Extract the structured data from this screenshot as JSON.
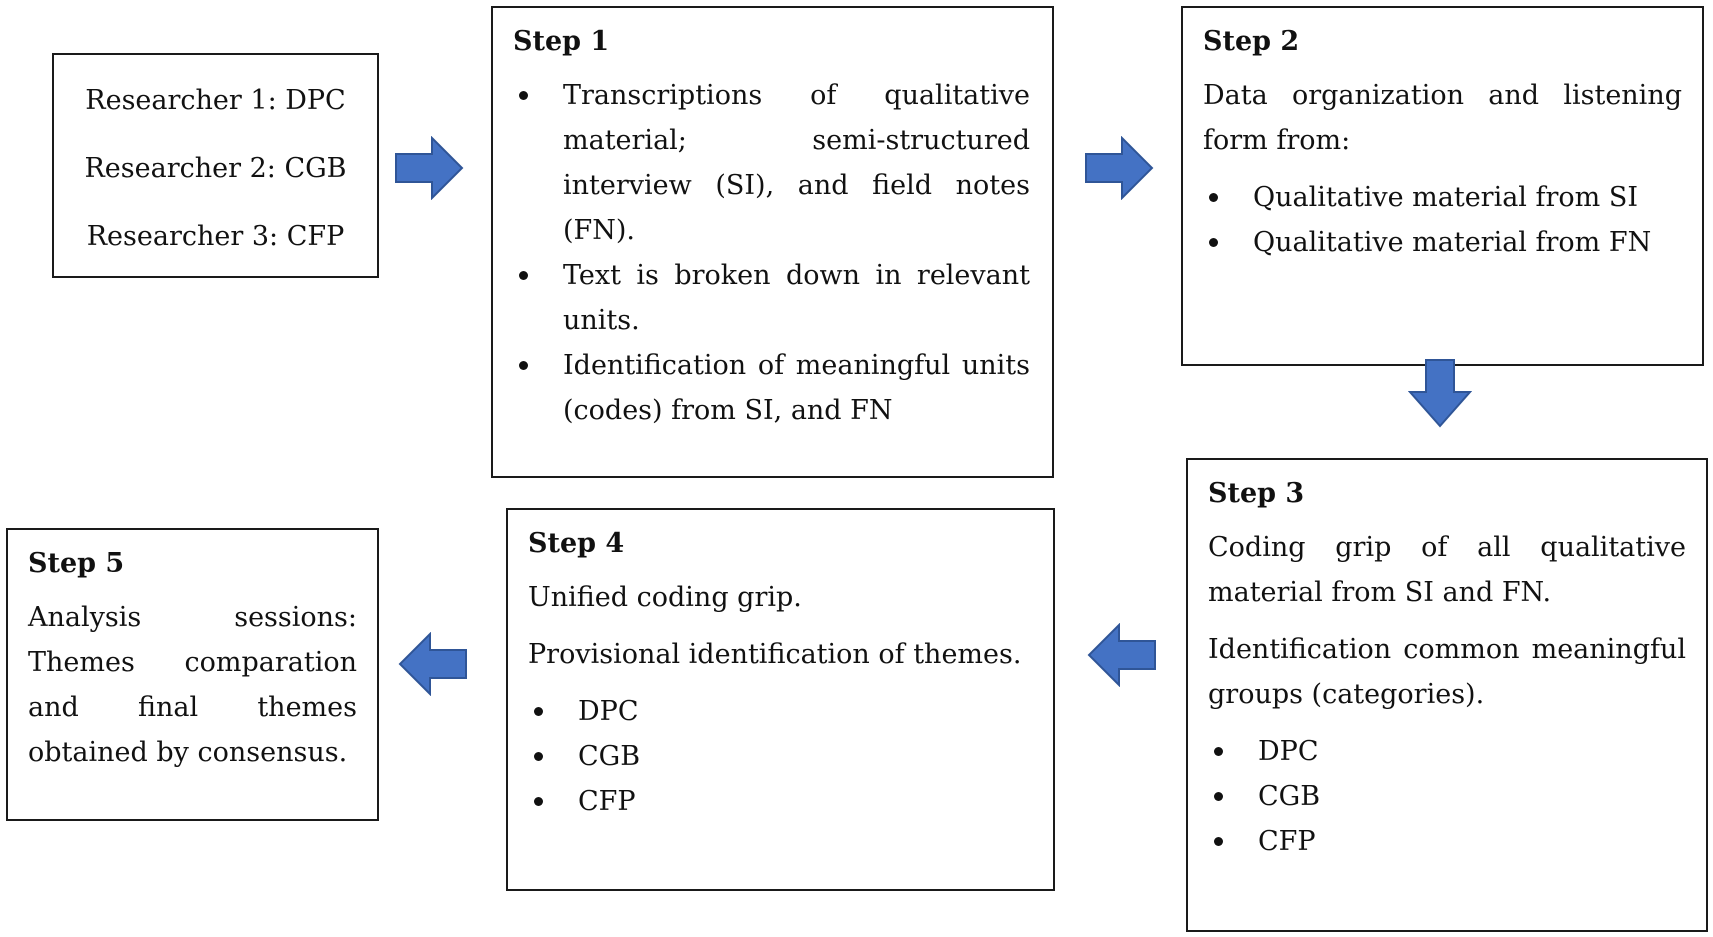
{
  "researchers": [
    "Researcher 1: DPC",
    "Researcher 2: CGB",
    "Researcher 3: CFP"
  ],
  "step1": {
    "title": "Step 1",
    "bullets": [
      "Transcriptions of qualitative material; semi-structured interview (SI), and field notes (FN).",
      "Text is broken down in relevant units.",
      "Identification of meaningful units (codes) from SI, and FN"
    ]
  },
  "step2": {
    "title": "Step 2",
    "text": "Data organization and listening form from:",
    "bullets": [
      "Qualitative material from SI",
      "Qualitative material from FN"
    ]
  },
  "step3": {
    "title": "Step 3",
    "text1": "Coding grip of all qualitative material from SI and FN.",
    "text2": "Identification common meaningful groups (categories).",
    "bullets": [
      "DPC",
      "CGB",
      "CFP"
    ]
  },
  "step4": {
    "title": "Step 4",
    "text1": "Unified coding grip.",
    "text2": "Provisional identification of themes.",
    "bullets": [
      "DPC",
      "CGB",
      "CFP"
    ]
  },
  "step5": {
    "title": "Step 5",
    "text": "Analysis sessions: Themes comparation and final themes obtained by consensus."
  },
  "colors": {
    "arrow_fill": "#4472c4",
    "arrow_stroke": "#2f5597",
    "border": "#1a1a1a"
  }
}
